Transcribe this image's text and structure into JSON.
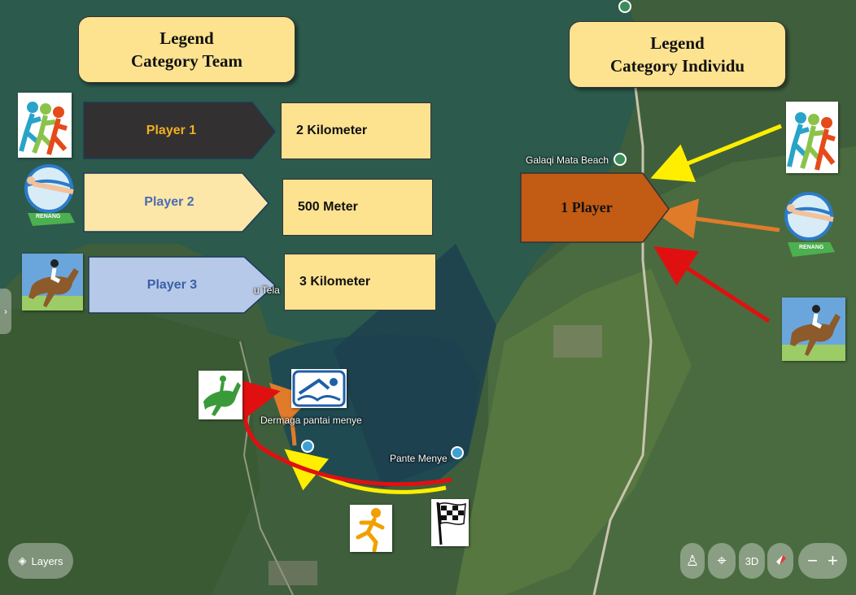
{
  "legend_team": {
    "line1": "Legend",
    "line2": "Category Team"
  },
  "legend_individu": {
    "line1": "Legend",
    "line2": "Category Individu"
  },
  "team_players": [
    {
      "label": "Player 1",
      "distance": "2 Kilometer",
      "color": "#333031",
      "text_color": "#f0b020"
    },
    {
      "label": "Player 2",
      "distance": "500 Meter",
      "color": "#fde7a8",
      "text_color": "#4a6db0"
    },
    {
      "label": "Player 3",
      "distance": "3 Kilometer",
      "color": "#b7c9e8",
      "text_color": "#3a5fa8"
    }
  ],
  "individual": {
    "label": "1 Player",
    "color": "#c25b14"
  },
  "places": {
    "beach": "Galaqi Mata Beach",
    "dermaga": "Dermaga pantai menye",
    "pante": "Pante Menye",
    "partial": "u Tela"
  },
  "swim_badge": "RENANG",
  "controls": {
    "layers": "Layers",
    "threed": "3D",
    "minus": "−",
    "plus": "+"
  },
  "route_colors": {
    "run": "#ffee00",
    "swim": "#e07b2a",
    "ride": "#e01010"
  }
}
